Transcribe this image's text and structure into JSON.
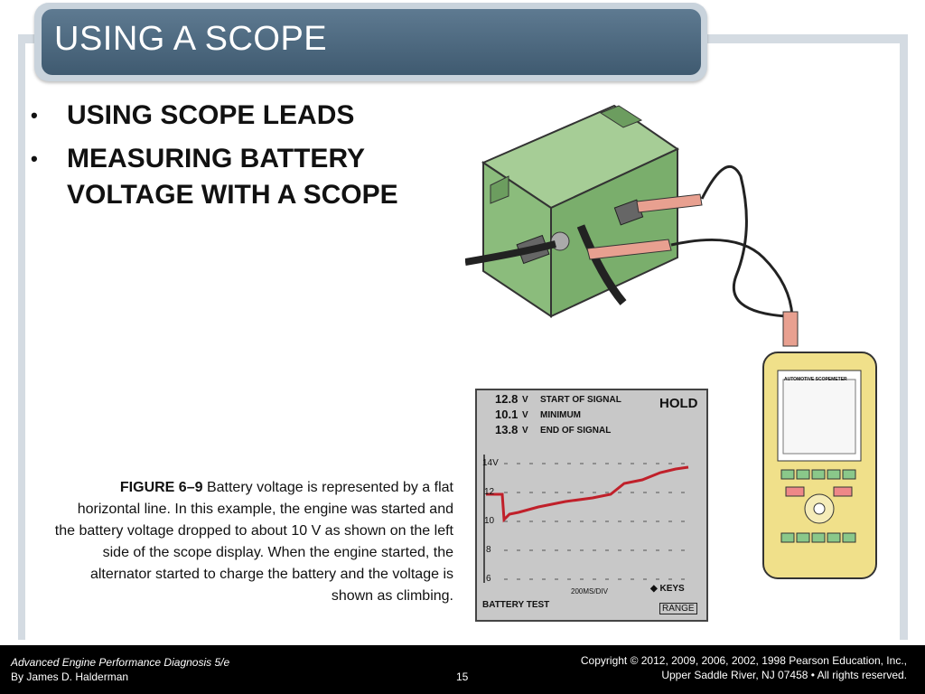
{
  "slide": {
    "title": "USING A SCOPE",
    "bullets": [
      "USING SCOPE LEADS",
      "MEASURING BATTERY VOLTAGE WITH A SCOPE"
    ],
    "caption": {
      "label": "FIGURE 6–9",
      "text": "Battery voltage is represented by a flat horizontal line. In this example, the engine was started and the battery voltage dropped to about 10 V as shown on the left side of the scope display. When the engine started, the alternator started to charge the battery and the voltage is shown as climbing."
    },
    "scope_display": {
      "readings": [
        {
          "value": "12.8",
          "unit": "V",
          "label": "START OF SIGNAL"
        },
        {
          "value": "10.1",
          "unit": "V",
          "label": "MINIMUM"
        },
        {
          "value": "13.8",
          "unit": "V",
          "label": "END OF SIGNAL"
        }
      ],
      "hold": "HOLD",
      "y_ticks": [
        "14V",
        "12",
        "10",
        "8",
        "6"
      ],
      "timebase": "200MS/DIV",
      "keys": "KEYS",
      "range": "RANGE",
      "mode": "BATTERY TEST",
      "meter_label": "AUTOMOTIVE SCOPEMETER"
    },
    "colors": {
      "title_bar": "#4f6b82",
      "trace": "#c0202a",
      "battery": "#8ab87a",
      "meter_body": "#f0e08a"
    }
  },
  "footer": {
    "book": "Advanced Engine Performance Diagnosis 5/e",
    "author": "By James D. Halderman",
    "page": "15",
    "copyright1": "Copyright © 2012, 2009, 2006, 2002, 1998 Pearson Education, Inc.,",
    "copyright2": "Upper Saddle River, NJ 07458 • All rights reserved."
  }
}
